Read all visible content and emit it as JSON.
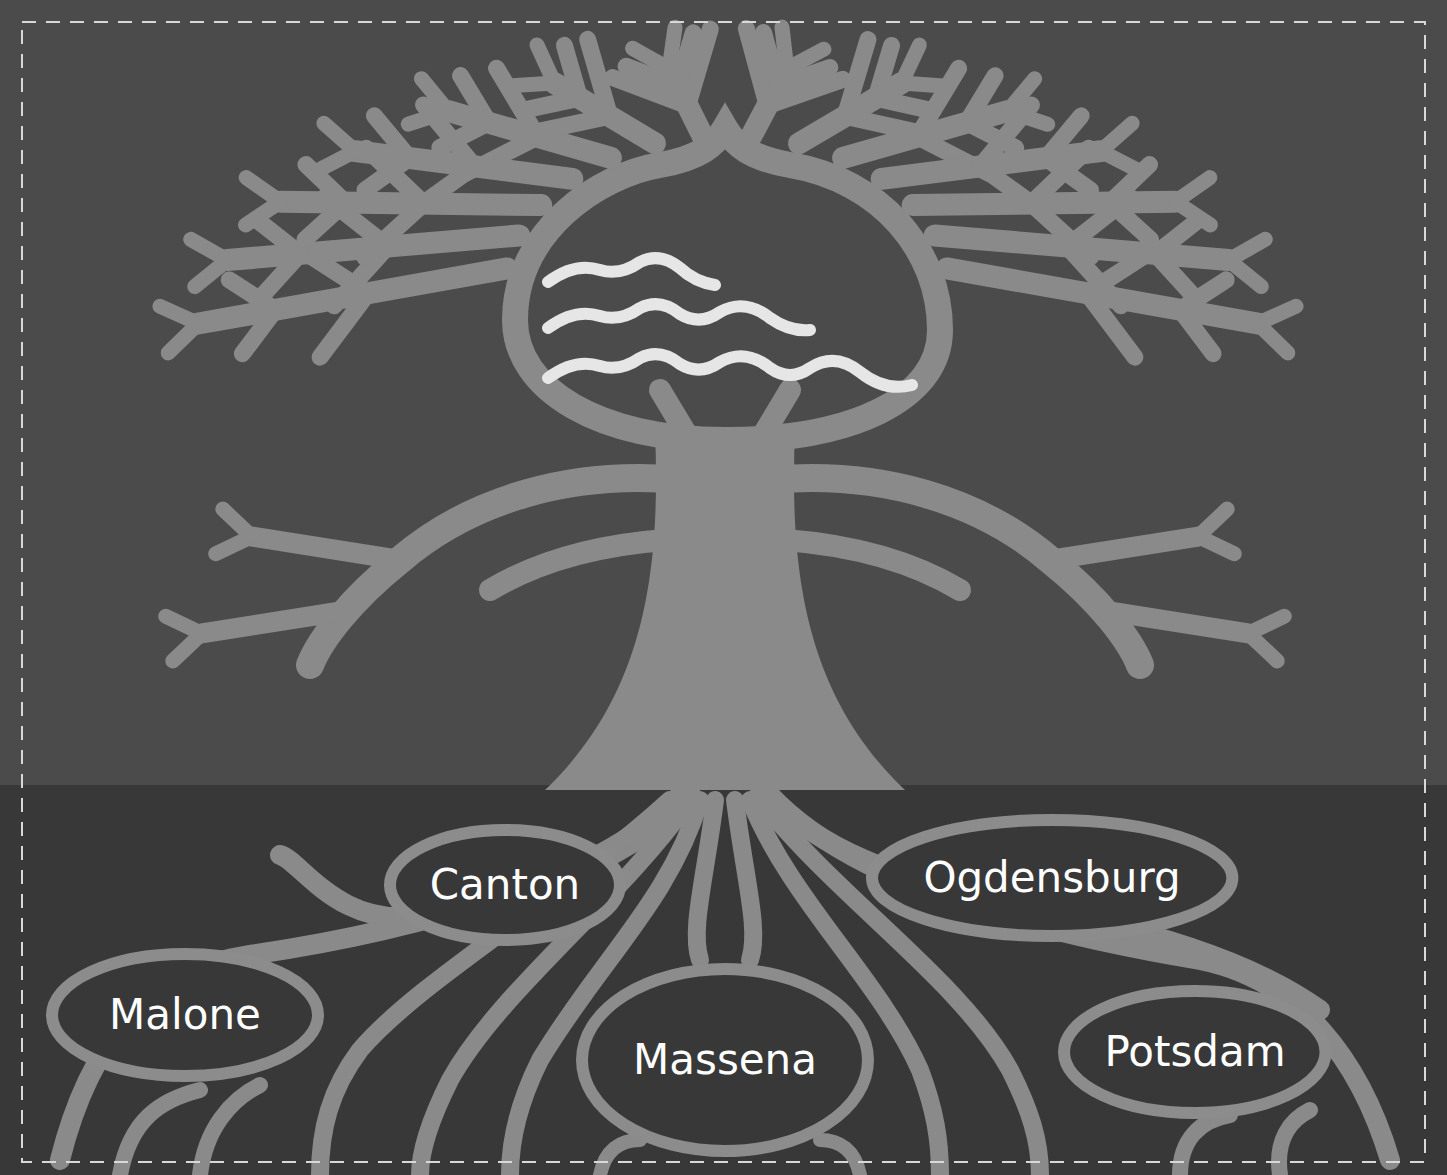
{
  "diagram": {
    "nodes": [
      {
        "text": [
          "Canton"
        ]
      },
      {
        "text": [
          "Ogdensburg"
        ]
      },
      {
        "text": [
          "Malone"
        ]
      },
      {
        "text": [
          "Massena"
        ]
      },
      {
        "text": [
          "Potsdam"
        ]
      }
    ]
  }
}
